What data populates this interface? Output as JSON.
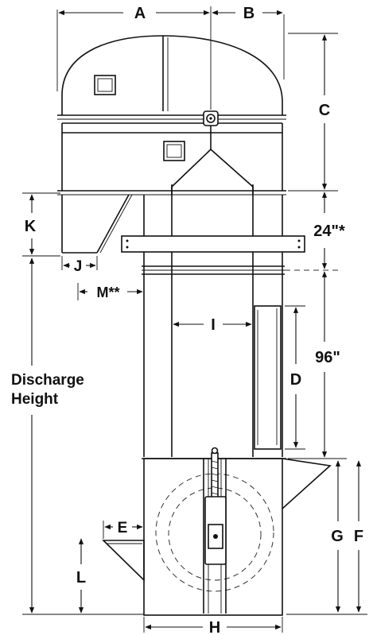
{
  "labels": {
    "A": "A",
    "B": "B",
    "C": "C",
    "K": "K",
    "J": "J",
    "M": "M**",
    "I": "I",
    "offset": "24\"*",
    "span": "96\"",
    "D": "D",
    "discharge_line1": "Discharge",
    "discharge_line2": "Height",
    "E": "E",
    "L": "L",
    "G": "G",
    "F": "F",
    "H": "H"
  },
  "colors": {
    "line": "#111111",
    "background": "#ffffff"
  }
}
